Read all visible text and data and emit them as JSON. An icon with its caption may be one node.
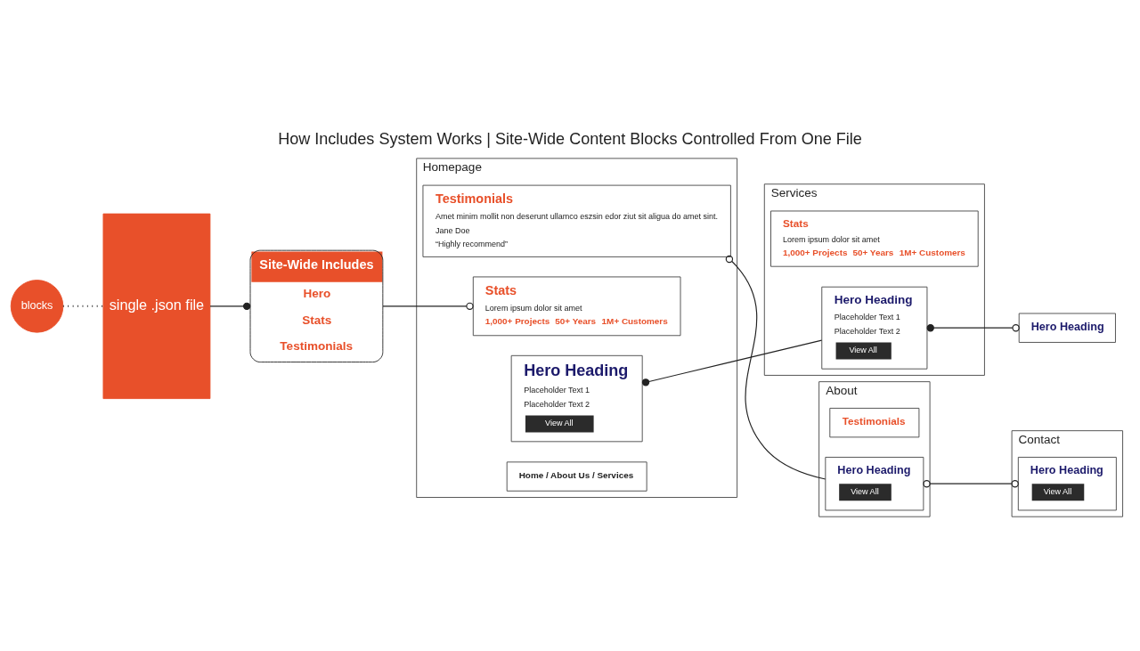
{
  "diagram": {
    "title": "How Includes System Works | Site-Wide Content Blocks Controlled From One File",
    "nodes": [
      {
        "text": [
          "blocks"
        ]
      },
      {
        "text": [
          "single .json file"
        ]
      },
      {
        "text": [
          "Site-Wide Includes",
          "Hero",
          "Stats",
          "Testimonials"
        ]
      },
      {
        "text": [
          "Homepage"
        ]
      },
      {
        "text": [
          "Home / About Us / Services"
        ],
        "in": 3
      },
      {
        "text": [
          "Hero Heading",
          "Placeholder Text 1",
          "Placeholder Text 2",
          "View All"
        ],
        "in": 3
      },
      {
        "text": [
          "Stats",
          "Lorem ipsum dolor sit amet",
          "1,000+ Projects",
          "50+ Years",
          "1M+ Customers"
        ],
        "in": 3
      },
      {
        "text": [
          "Testimonials",
          "Amet minim mollit non deserunt ullamco eszsin edor ziut sit aligua do amet sint.",
          "Jane Doe",
          "“Highly recommend”"
        ],
        "in": 3
      },
      {
        "text": [
          "Services"
        ]
      },
      {
        "text": [
          "Hero Heading",
          "Placeholder Text 1",
          "Placeholder Text 2",
          "View All"
        ],
        "in": 8
      },
      {
        "text": [
          "Stats",
          "Lorem ipsum dolor sit amet",
          "1,000+ Projects",
          "50+ Years",
          "1M+ Customers"
        ],
        "in": 8
      },
      {
        "text": [
          "Hero Heading"
        ]
      },
      {
        "text": [
          "Contact"
        ]
      },
      {
        "text": [
          "Hero Heading",
          "View All"
        ],
        "in": 12
      },
      {
        "text": [
          "About"
        ]
      },
      {
        "text": [
          "Hero Heading",
          "View All"
        ],
        "in": 14
      },
      {
        "text": [
          "Testimonials"
        ],
        "in": 14
      }
    ],
    "edges": [
      {
        "from": 0,
        "to": 1,
        "arrow": "none",
        "style": "dashed"
      },
      {
        "from": 1,
        "to": 2,
        "arrow": "other"
      },
      {
        "from": 2,
        "to": 6,
        "arrow": "other"
      },
      {
        "from": 5,
        "to": 9,
        "arrow": "other"
      },
      {
        "from": 7,
        "to": 15,
        "arrow": "other"
      },
      {
        "from": 9,
        "to": 11,
        "arrow": "other"
      },
      {
        "from": 15,
        "to": 13,
        "arrow": "other"
      }
    ]
  }
}
